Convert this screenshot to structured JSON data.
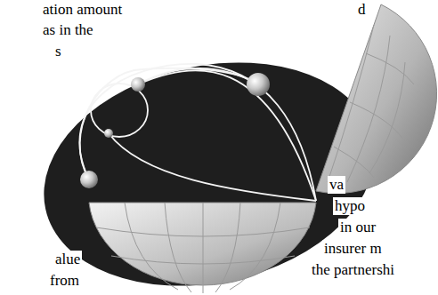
{
  "diagram": {
    "labels": [
      "ation amount",
      "as in the",
      "s",
      "d",
      "va",
      "hypo",
      "in our",
      "insurer m",
      "the partnershi",
      "alue",
      "from"
    ]
  }
}
